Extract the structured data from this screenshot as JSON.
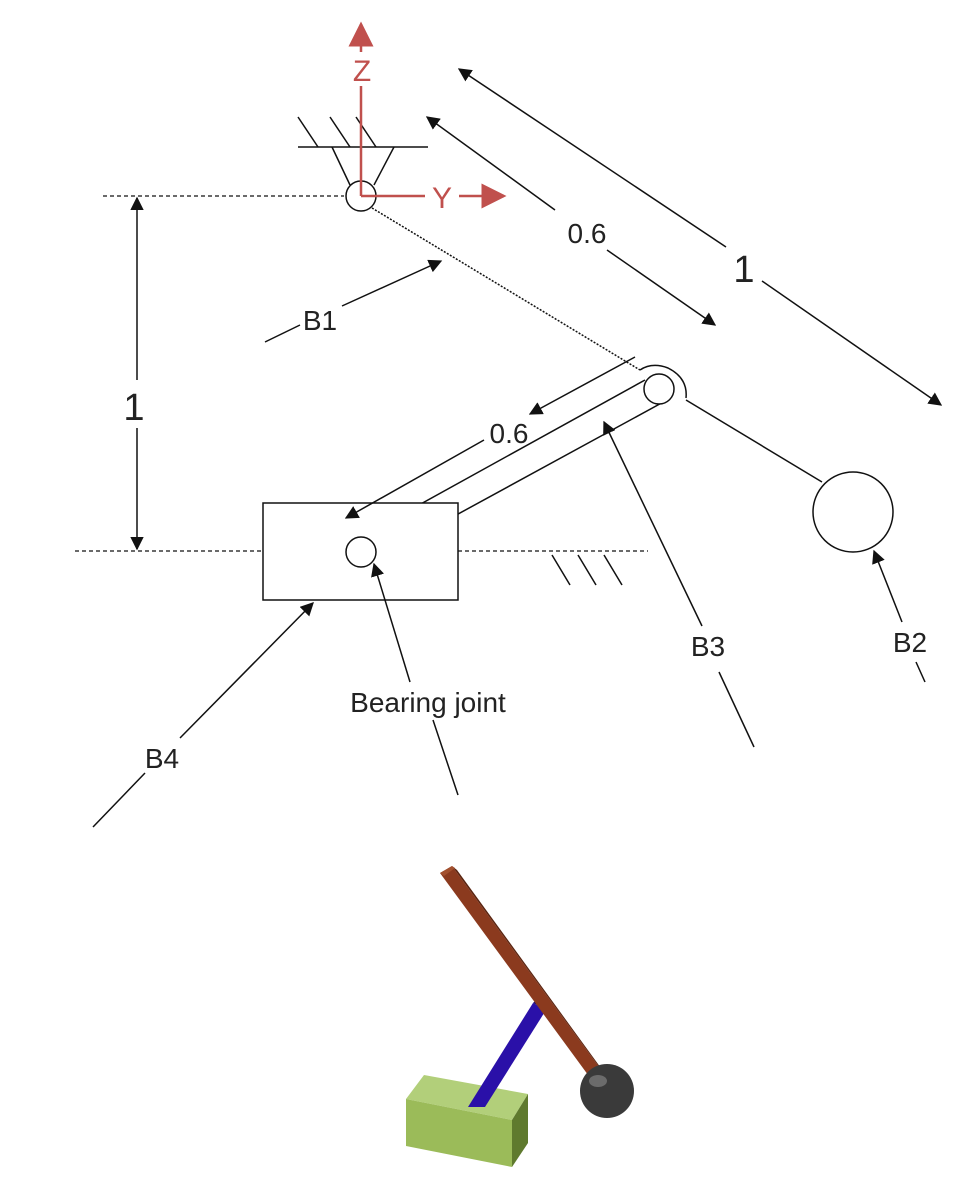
{
  "axes": {
    "z_label": "Z",
    "y_label": "Y",
    "color": "#c0504d"
  },
  "dimensions": {
    "b1_length": "0.6",
    "total_length": "1",
    "b3_length": "0.6",
    "vertical_offset": "1"
  },
  "bodies": {
    "b1": "B1",
    "b2": "B2",
    "b3": "B3",
    "b4": "B4"
  },
  "joints": {
    "bearing": "Bearing joint"
  },
  "render_colors": {
    "pendulum_rod": "#8b3a1e",
    "connecting_link": "#2a10a8",
    "slider_block": "#9bbb59",
    "mass_ball": "#3a3a3a"
  }
}
